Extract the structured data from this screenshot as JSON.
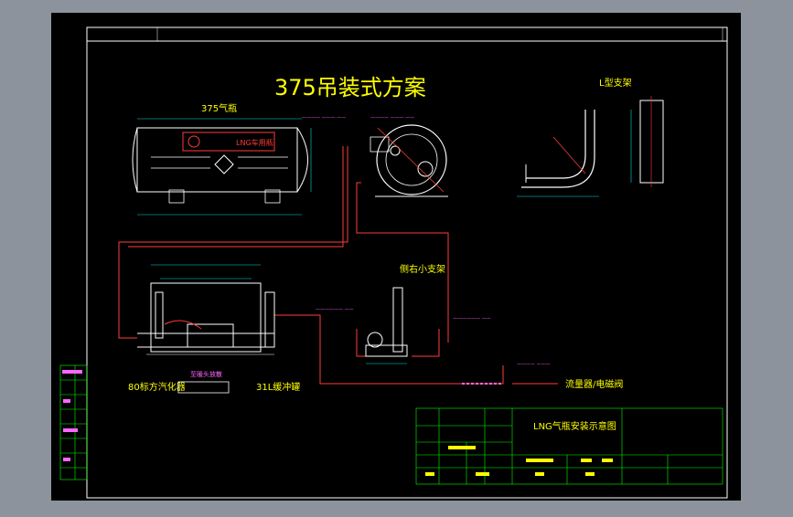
{
  "drawing": {
    "title": "375吊装式方案",
    "cylinder_label": "375气瓶",
    "bracket_label": "L型支架",
    "vaporizer_label": "80标方汽化器",
    "buffer_tank_label": "31L缓冲罐",
    "side_bracket_label": "侧右小支架",
    "outlet_label": "流量器/电磁阀",
    "heating_label": "至暖头放散",
    "lng_logo": "LNG车用瓶",
    "titleblock_title": "LNG气瓶安装示意图",
    "colors": {
      "background": "#000000",
      "frame": "#ffffff",
      "pipe": "#ff3b3b",
      "title": "#ffff00",
      "dimension": "#00e0e0",
      "component": "#ffffff",
      "note": "#ff66ff",
      "titleblock": "#00ff00"
    }
  }
}
